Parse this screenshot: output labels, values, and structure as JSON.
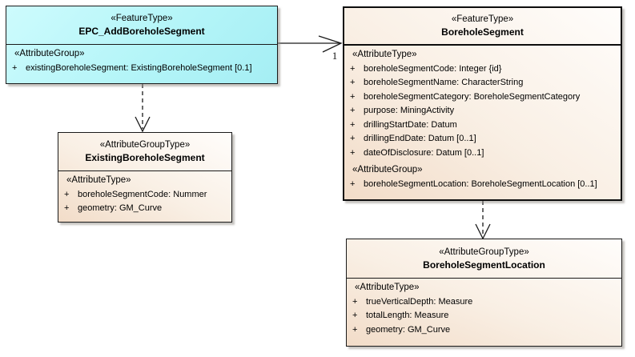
{
  "diagram": {
    "boxes": [
      {
        "stereotype": "«FeatureType»",
        "name": "EPC_AddBoreholeSegment",
        "sections": [
          {
            "heading": "«AttributeGroup»",
            "rows": [
              {
                "vis": "+",
                "text": "existingBoreholeSegment: ExistingBoreholeSegment [0.1]"
              }
            ]
          }
        ]
      },
      {
        "stereotype": "«FeatureType»",
        "name": "BoreholeSegment",
        "sections": [
          {
            "heading": "«AttributeType»",
            "rows": [
              {
                "vis": "+",
                "text": "boreholeSegmentCode: Integer {id}"
              },
              {
                "vis": "+",
                "text": "boreholeSegmentName: CharacterString"
              },
              {
                "vis": "+",
                "text": "boreholeSegmentCategory: BoreholeSegmentCategory"
              },
              {
                "vis": "+",
                "text": "purpose: MiningActivity"
              },
              {
                "vis": "+",
                "text": "drillingStartDate: Datum"
              },
              {
                "vis": "+",
                "text": "drillingEndDate: Datum [0..1]"
              },
              {
                "vis": "+",
                "text": "dateOfDisclosure: Datum [0..1]"
              }
            ]
          },
          {
            "heading": "«AttributeGroup»",
            "rows": [
              {
                "vis": "+",
                "text": "boreholeSegmentLocation: BoreholeSegmentLocation [0..1]"
              }
            ]
          }
        ]
      },
      {
        "stereotype": "«AttributeGroupType»",
        "name": "ExistingBoreholeSegment",
        "sections": [
          {
            "heading": "«AttributeType»",
            "rows": [
              {
                "vis": "+",
                "text": "boreholeSegmentCode: Nummer"
              },
              {
                "vis": "+",
                "text": "geometry: GM_Curve"
              }
            ]
          }
        ]
      },
      {
        "stereotype": "«AttributeGroupType»",
        "name": "BoreholeSegmentLocation",
        "sections": [
          {
            "heading": "«AttributeType»",
            "rows": [
              {
                "vis": "+",
                "text": "trueVerticalDepth: Measure"
              },
              {
                "vis": "+",
                "text": "totalLength: Measure"
              },
              {
                "vis": "+",
                "text": "geometry: GM_Curve"
              }
            ]
          }
        ]
      }
    ],
    "connectors": [
      {
        "type": "directed-association",
        "from": "EPC_AddBoreholeSegment",
        "to": "BoreholeSegment",
        "multiplicity": "1"
      },
      {
        "type": "dashed-dependency",
        "from": "EPC_AddBoreholeSegment",
        "to": "ExistingBoreholeSegment"
      },
      {
        "type": "dashed-dependency",
        "from": "BoreholeSegment",
        "to": "BoreholeSegmentLocation"
      }
    ],
    "colors": {
      "feature_box_fill_top": "#cdfbfd",
      "feature_box_fill_bottom": "#a5eef4",
      "plain_box_fill_light": "#fffdfb",
      "plain_box_fill_dark": "#f2dcc8",
      "border": "#1a1a1a",
      "text": "#000000",
      "background": "#ffffff"
    }
  }
}
